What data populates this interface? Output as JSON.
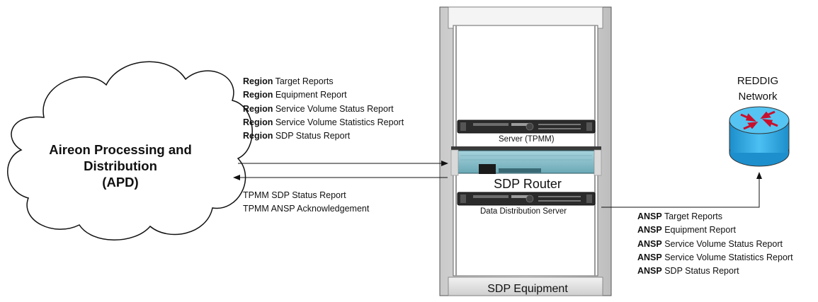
{
  "cloud": {
    "lines": [
      "Aireon Processing and",
      "Distribution",
      "(APD)"
    ]
  },
  "network": {
    "lines": [
      "REDDIG",
      "Network"
    ]
  },
  "rack": {
    "equipment_label": "SDP Equipment"
  },
  "devices": {
    "server_tpmm": "Server (TPMM)",
    "router": "SDP Router",
    "data_distribution": "Data Distribution Server"
  },
  "region_reports": {
    "prefix": "Region",
    "items": [
      "Target Reports",
      "Equipment Report",
      "Service Volume Status Report",
      "Service Volume Statistics Report",
      "SDP Status Report"
    ]
  },
  "tpmm_reports": {
    "items": [
      "TPMM SDP Status Report",
      "TPMM ANSP Acknowledgement"
    ]
  },
  "ansp_reports": {
    "prefix": "ANSP",
    "items": [
      "Target Reports",
      "Equipment Report",
      "Service Volume Status Report",
      "Service Volume Statistics Report",
      "SDP Status Report"
    ]
  },
  "colors": {
    "rack_frame": "#b8b8b8",
    "rack_bg": "#e9e9e9",
    "router_teal": "#8fc4cf",
    "server_dark": "#2b2b2b",
    "network_blue": "#29a9e6",
    "network_arrows": "#c8102e"
  }
}
